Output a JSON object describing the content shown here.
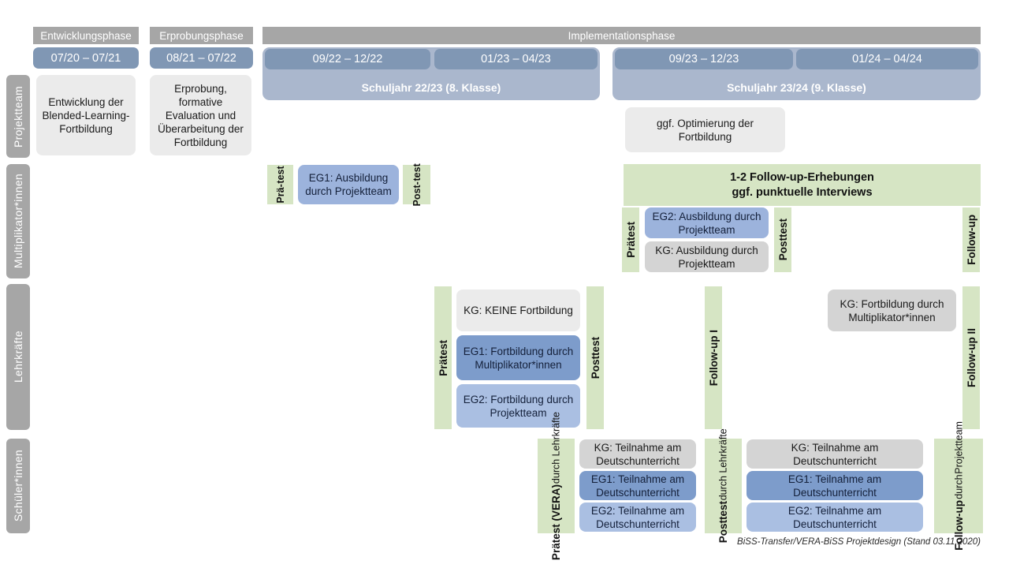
{
  "diagram": {
    "title": "BiSS-Transfer/VERA-BiSS Projektdesign",
    "footer": "BiSS-Transfer/VERA-BiSS Projektdesign (Stand 03.11.2020)"
  },
  "colors": {
    "grey_label": "#a6a6a6",
    "phase_bar": "#a6a6a6",
    "date_chip": "#8097b4",
    "year_box": "#aab7cd",
    "green_strip": "#d6e5c4",
    "card_grey_light": "#ebebeb",
    "card_grey": "#d4d4d4",
    "card_blue_dark": "#7d9ccb",
    "card_blue_mid": "#9cb3dc",
    "card_blue_soft": "#aabfe2"
  },
  "phases": [
    {
      "id": "entwicklung",
      "label": "Entwicklungsphase"
    },
    {
      "id": "erprobung",
      "label": "Erprobungsphase"
    },
    {
      "id": "implementation",
      "label": "Implementationsphase"
    }
  ],
  "periods": [
    {
      "id": "p1",
      "label": "07/20 – 07/21"
    },
    {
      "id": "p2",
      "label": "08/21 – 07/22"
    },
    {
      "id": "p3",
      "label": "09/22 – 12/22"
    },
    {
      "id": "p4",
      "label": "01/23 – 04/23"
    },
    {
      "id": "p5",
      "label": "09/23 – 12/23"
    },
    {
      "id": "p6",
      "label": "01/24 – 04/24"
    }
  ],
  "school_years": [
    {
      "id": "sy2223",
      "label": "Schuljahr 22/23 (8. Klasse)"
    },
    {
      "id": "sy2324",
      "label": "Schuljahr 23/24 (9. Klasse)"
    }
  ],
  "rows": [
    {
      "id": "projektteam",
      "label": "Projektteam"
    },
    {
      "id": "multiplikatoren",
      "label": "Multiplikator*innen"
    },
    {
      "id": "lehrkraefte",
      "label": "Lehrkräfte"
    },
    {
      "id": "schuelerinnen",
      "label": "Schüler*innen"
    }
  ],
  "projektteam": {
    "entwicklung_card": "Entwicklung der Blended-Learning-Fortbildung",
    "erprobung_card": "Erprobung, formative Evaluation und Überarbeitung der Fortbildung",
    "optimierung_card": "ggf. Optimierung der Fortbildung"
  },
  "multiplikatoren": {
    "praetest_1_line1": "Prä-",
    "praetest_1_line2": "test",
    "eg1_card": "EG1: Ausbildung durch Projektteam",
    "posttest_1_line1": "Post-",
    "posttest_1_line2": "test",
    "followup_banner_line1": "1-2 Follow-up-Erhebungen",
    "followup_banner_line2": "ggf. punktuelle Interviews",
    "praetest_2": "Prätest",
    "eg2_card": "EG2: Ausbildung durch Projektteam",
    "kg_card": "KG: Ausbildung durch Projektteam",
    "posttest_2": "Posttest",
    "followup": "Follow-up"
  },
  "lehrkraefte": {
    "praetest": "Prätest",
    "kg_card": "KG: KEINE Fortbildung",
    "eg1_card": "EG1: Fortbildung durch Multiplikator*innen",
    "eg2_card": "EG2: Fortbildung durch Projektteam",
    "posttest": "Posttest",
    "followup_1": "Follow-up I",
    "kg_fortbildung_card": "KG: Fortbildung durch Multiplikator*innen",
    "followup_2": "Follow-up II"
  },
  "schuelerinnen": {
    "praetest_bold": "Prätest (VERA)",
    "praetest_sub": "durch Lehrkräfte",
    "block1_kg": "KG: Teilnahme am Deutschunterricht",
    "block1_eg1": "EG1: Teilnahme am Deutschunterricht",
    "block1_eg2": "EG2: Teilnahme am Deutschunterricht",
    "posttest_bold": "Posttest",
    "posttest_sub": "durch Lehrkräfte",
    "block2_kg": "KG: Teilnahme am Deutschunterricht",
    "block2_eg1": "EG1: Teilnahme am Deutschunterricht",
    "block2_eg2": "EG2: Teilnahme am Deutschunterricht",
    "followup_bold": "Follow-up",
    "followup_sub1": "durch",
    "followup_sub2": "Projektteam"
  }
}
